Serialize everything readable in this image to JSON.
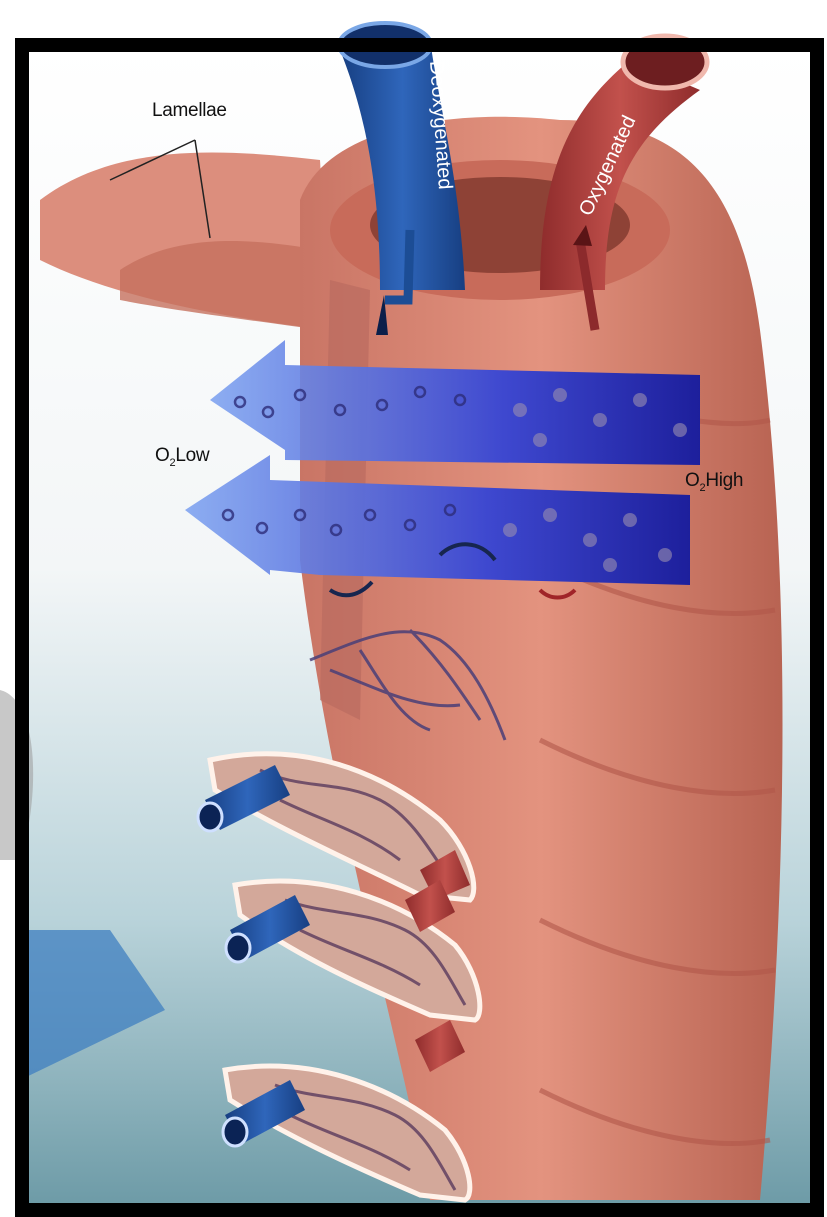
{
  "labels": {
    "lamellae": "Lamellae",
    "deoxygenated": "Deoxygenated",
    "oxygenated": "Oxygenated",
    "o2_low_o": "O",
    "o2_low_sub": "2",
    "o2_low_word": "Low",
    "o2_high_o": "O",
    "o2_high_sub": "2",
    "o2_high_word": "High"
  },
  "colors": {
    "tissue": "#d98370",
    "tissue_dark": "#b85f50",
    "vessel_blue": "#1f4f9c",
    "vessel_red": "#b03a38",
    "water_arrow": "#4d54d6",
    "frame": "#000000"
  }
}
